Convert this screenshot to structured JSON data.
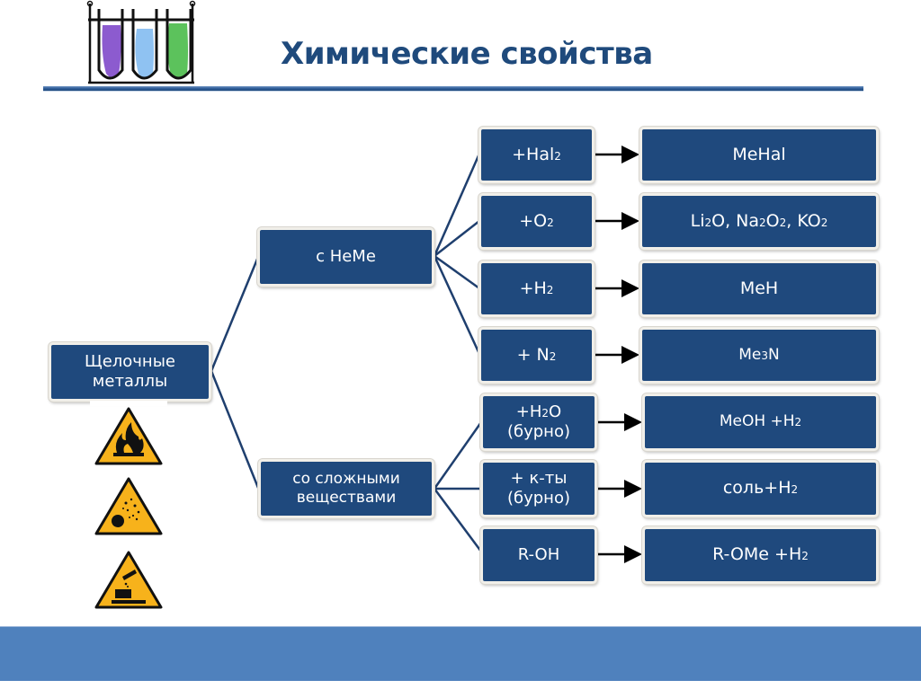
{
  "slide": {
    "title": "Химические свойства",
    "colors": {
      "title": "#1f4a7c",
      "box_fill": "#1f497d",
      "box_text": "#ffffff",
      "footer_band": "#4f81bd",
      "hazard_yellow": "#f7b21b"
    }
  },
  "diagram": {
    "root": {
      "line1": "Щелочные",
      "line2": "металлы"
    },
    "branches": [
      {
        "label": "с НеМе",
        "reactions": [
          {
            "reagent": "+Hal2",
            "product": "MeHal"
          },
          {
            "reagent": "+O2",
            "product": "Li2O, Na2O2,  KO2"
          },
          {
            "reagent": "+H2",
            "product": "MeH"
          },
          {
            "reagent": "+ N2",
            "product": "Me3N"
          }
        ]
      },
      {
        "label_line1": "со сложными",
        "label_line2": "веществами",
        "reactions": [
          {
            "reagent_line1": "+H2O",
            "reagent_line2": "(бурно)",
            "product": "MeOH +H2"
          },
          {
            "reagent_line1": "+ к-ты",
            "reagent_line2": "(бурно)",
            "product": "соль+H2"
          },
          {
            "reagent": "R-OH",
            "product": "R-OMe +H2"
          }
        ]
      }
    ]
  },
  "icons": {
    "logo": "test-tubes-rack-icon",
    "hazards": [
      "flammable-warning-icon",
      "explosive-warning-icon",
      "corrosive-warning-icon"
    ]
  }
}
